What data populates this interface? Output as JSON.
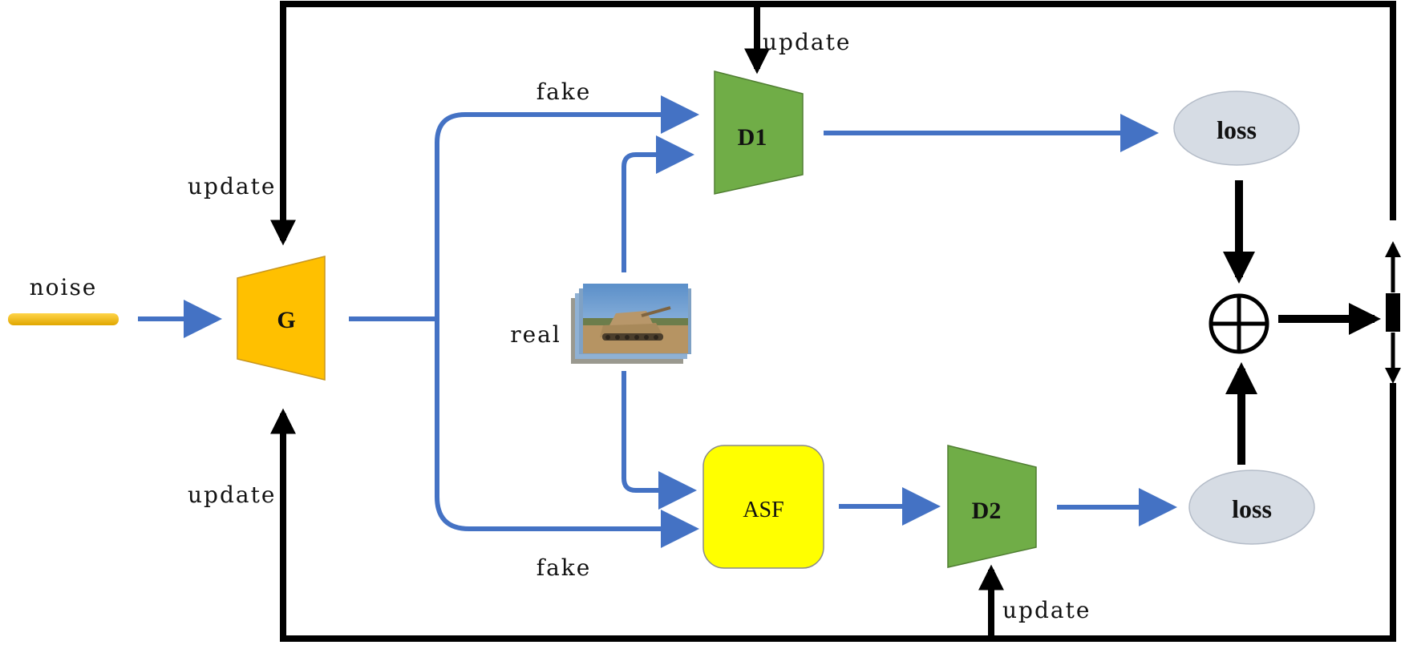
{
  "labels": {
    "noise": "noise",
    "generator": "G",
    "discriminator1": "D1",
    "discriminator2": "D2",
    "asf": "ASF",
    "real": "real",
    "fake_top": "fake",
    "fake_bottom": "fake",
    "loss_top": "loss",
    "loss_bottom": "loss",
    "update_d1": "update",
    "update_g_top": "update",
    "update_g_bottom": "update",
    "update_d2": "update"
  },
  "colors": {
    "noise": "#f5b800",
    "generator": "#ffc000",
    "discriminator": "#70ad47",
    "asf": "#ffff00",
    "loss": "#d6dce4",
    "flow_arrow": "#4472c4",
    "feedback_arrow": "#000000"
  },
  "icons": {
    "real_image": "tank-photo-stack",
    "sum": "circled-plus"
  }
}
